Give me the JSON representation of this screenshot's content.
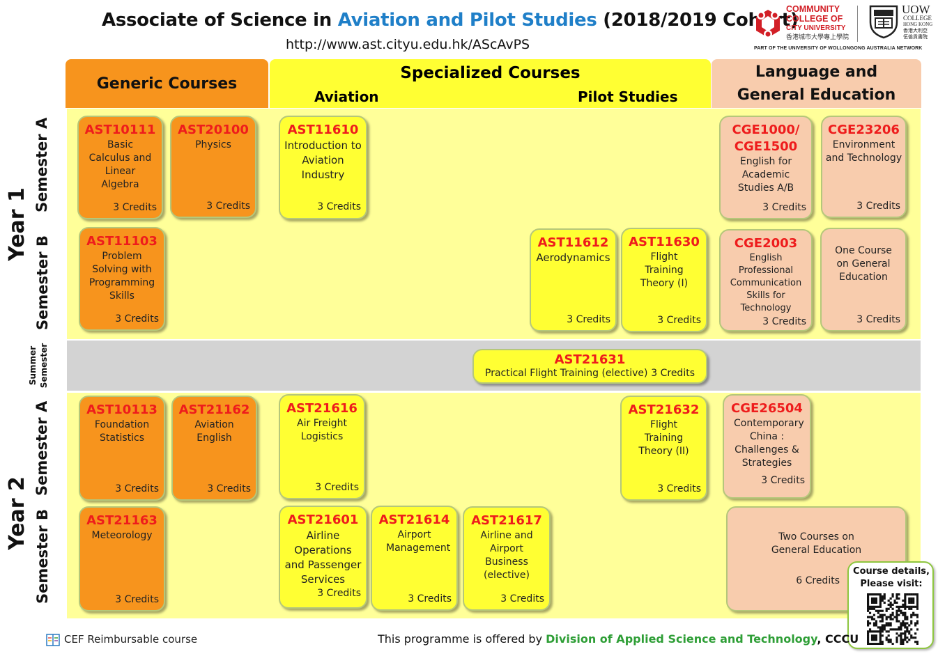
{
  "header": {
    "title_prefix": "Associate of Science in ",
    "title_program": "Aviation and Pilot Studies",
    "title_suffix": " (2018/2019 Cohort)",
    "url": "http://www.ast.cityu.edu.hk/AScAvPS",
    "accent_color": "#1f7fc8"
  },
  "logos": {
    "ccc_name_lines": [
      "COMMUNITY",
      "COLLEGE OF",
      "CITY UNIVERSITY"
    ],
    "ccc_chinese": "香港城市大學專上學院",
    "uow_name": "UOW",
    "uow_college_lines": [
      "COLLEGE",
      "HONG KONG"
    ],
    "uow_chinese_lines": [
      "香港大利亞",
      "伍倫貢書院"
    ],
    "network": "PART OF THE UNIVERSITY OF WOLLONGONG AUSTRALIA NETWORK"
  },
  "columns": {
    "generic": "Generic Courses",
    "specialized": "Specialized Courses",
    "aviation": "Aviation",
    "pilot": "Pilot Studies",
    "language_line1": "Language and",
    "language_line2": "General Education"
  },
  "rows": {
    "year1": "Year 1",
    "year2": "Year 2",
    "sem_a": "Semester A",
    "sem_b": "Semester B",
    "summer_line1": "Summer",
    "summer_line2": "Semester"
  },
  "courses": {
    "ast10111": {
      "code": "AST10111",
      "name": "Basic Calculus and Linear Algebra",
      "credits": "3 Credits"
    },
    "ast20100": {
      "code": "AST20100",
      "name": "Physics",
      "credits": "3 Credits"
    },
    "ast11610": {
      "code": "AST11610",
      "name": "Introduction to Aviation Industry",
      "credits": "3 Credits"
    },
    "cge1000": {
      "code": "CGE1000/ CGE1500",
      "name": "English for Academic Studies A/B",
      "credits": "3 Credits"
    },
    "cge23206": {
      "code": "CGE23206",
      "name": "Environment and Technology",
      "credits": "3 Credits"
    },
    "ast11103": {
      "code": "AST11103",
      "name": "Problem Solving with Programming Skills",
      "credits": "3 Credits"
    },
    "ast11612": {
      "code": "AST11612",
      "name": "Aerodynamics",
      "credits": "3 Credits"
    },
    "ast11630": {
      "code": "AST11630",
      "name": "Flight Training Theory (I)",
      "credits": "3 Credits"
    },
    "cge2003": {
      "code": "CGE2003",
      "name": "English Professional Communication Skills for Technology",
      "credits": "3 Credits"
    },
    "ge_one": {
      "name": "One Course on General Education",
      "credits": "3 Credits"
    },
    "ast21631": {
      "code": "AST21631",
      "name": "Practical Flight Training (elective)",
      "credits": "3 Credits"
    },
    "ast10113": {
      "code": "AST10113",
      "name": "Foundation Statistics",
      "credits": "3 Credits"
    },
    "ast21162": {
      "code": "AST21162",
      "name": "Aviation English",
      "credits": "3 Credits"
    },
    "ast21616": {
      "code": "AST21616",
      "name": "Air Freight Logistics",
      "credits": "3 Credits"
    },
    "ast21632": {
      "code": "AST21632",
      "name": "Flight Training Theory (II)",
      "credits": "3 Credits"
    },
    "cge26504": {
      "code": "CGE26504",
      "name": "Contemporary China : Challenges & Strategies",
      "credits": "3 Credits"
    },
    "ast21163": {
      "code": "AST21163",
      "name": "Meteorology",
      "credits": "3 Credits"
    },
    "ast21601": {
      "code": "AST21601",
      "name": "Airline Operations and Passenger Services",
      "credits": "3 Credits"
    },
    "ast21614": {
      "code": "AST21614",
      "name": "Airport Management",
      "credits": "3 Credits"
    },
    "ast21617": {
      "code": "AST21617",
      "name": "Airline and Airport Business (elective)",
      "credits": "3 Credits"
    },
    "ge_two": {
      "name": "Two Courses on General Education",
      "credits": "6 Credits"
    }
  },
  "footer": {
    "cef": "CEF Reimbursable course",
    "offered_prefix": "This programme is offered by ",
    "division": "Division of Applied Science and Technology",
    "offered_suffix": ", CCCU",
    "callout_line1": "Course details,",
    "callout_line2": "Please visit:",
    "division_color": "#2e9e36"
  },
  "colors": {
    "generic": "#f7941d",
    "specialized": "#ffff33",
    "language": "#f8ccad",
    "band": "#ffff99",
    "summer_band": "#d3d3d3",
    "code_red": "#ee1c1c"
  }
}
